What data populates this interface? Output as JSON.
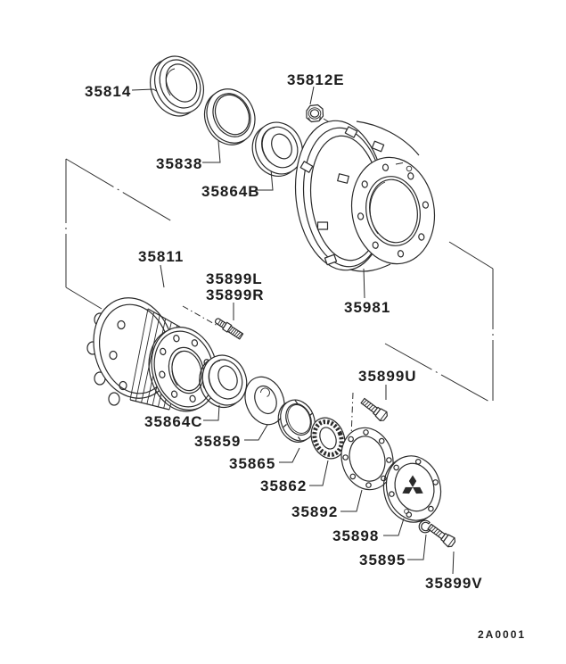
{
  "diagram_code": "2A0001",
  "labels": [
    {
      "part": "seal-outer",
      "text": "35814"
    },
    {
      "part": "nut",
      "text": "35812E"
    },
    {
      "part": "ring",
      "text": "35838"
    },
    {
      "part": "bearing-outer",
      "text": "35864B"
    },
    {
      "part": "brake-drum",
      "text": "35981"
    },
    {
      "part": "hub",
      "text": "35811"
    },
    {
      "part": "stud-left",
      "text": "35899L"
    },
    {
      "part": "stud-right",
      "text": "35899R"
    },
    {
      "part": "bearing-inner",
      "text": "35864C"
    },
    {
      "part": "lock-washer-tab",
      "text": "35859"
    },
    {
      "part": "lock-nut",
      "text": "35865"
    },
    {
      "part": "toothed-washer",
      "text": "35862"
    },
    {
      "part": "gasket",
      "text": "35892"
    },
    {
      "part": "hub-cap",
      "text": "35898"
    },
    {
      "part": "snap-ring",
      "text": "35895"
    },
    {
      "part": "bolt-upper",
      "text": "35899U"
    },
    {
      "part": "bolt-lower",
      "text": "35899V"
    }
  ]
}
